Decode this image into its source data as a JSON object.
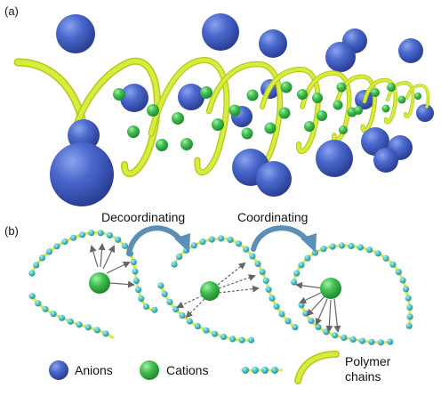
{
  "panels": {
    "a": {
      "label": "(a)"
    },
    "b": {
      "label": "(b)"
    }
  },
  "steps": {
    "decoordinating": "Decoordinating",
    "coordinating": "Coordinating"
  },
  "legend": {
    "anions": "Anions",
    "cations": "Cations",
    "polymer_line1": "Polymer",
    "polymer_line2": "chains"
  },
  "colors": {
    "anion": "#3f5fc4",
    "anion_light": "#6f8ce0",
    "anion_dark": "#263f98",
    "cation": "#3db84a",
    "cation_light": "#7fe08a",
    "cation_dark": "#1f8a2e",
    "polymer": "#d8ec3c",
    "polymer_light": "#f2fb8c",
    "polymer_dark": "#b5c820",
    "bead": "#4fc1c8",
    "arrow_curved": "#5b8fb5",
    "coord_arrow": "#666666"
  },
  "icons": {
    "decoordinating_arrow": "curved-arrow-icon",
    "coordinating_arrow": "curved-arrow-icon"
  }
}
